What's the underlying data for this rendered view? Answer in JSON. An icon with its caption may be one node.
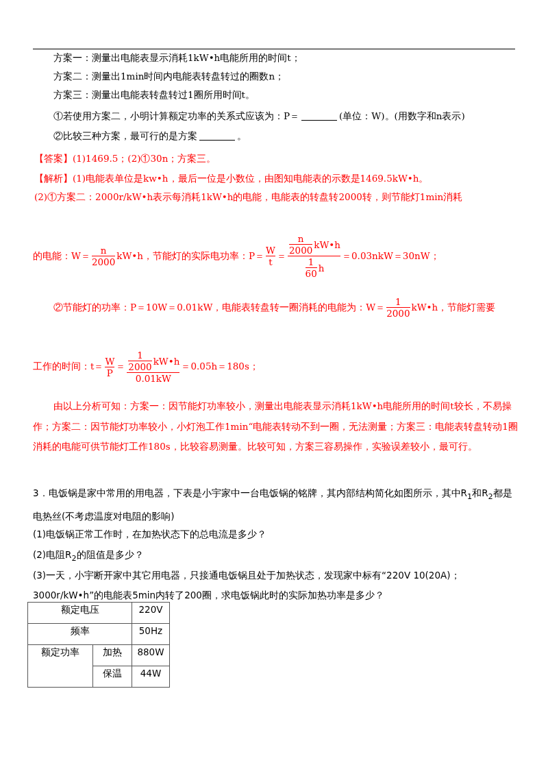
{
  "diagram": {
    "labels": [
      "方案一：测量出电能表显示消耗1kW•h电能所用的时间t；",
      "方案二：测量出1min时间内电能表转盘转过的圈数n；",
      "方案三：测量出电能表转盘转过1圈所用时间t。",
      "①若使用方案二，小明计算额定功率的关系式应该为：P＝",
      "(单位：W)。(用数字和n表示)",
      "②比较三种方案，最可行的是方案",
      "。",
      "【答案】(1)1469.5；(2)①30n；方案三。",
      "【解析】(1)电能表单位是kw•h，最后一位是小数位，由图知电能表的示数是1469.5kW•h。",
      "(2)①方案二：2000r/kW•h表示每消耗1kW•h的电能，电能表的转盘转2000转，则节能灯1min消耗",
      "的电能：W＝",
      "n",
      "2000",
      "kW•h，节能灯的实际电功率：P＝",
      "W",
      "t",
      "＝",
      "n",
      "2000",
      "kW•h",
      "1",
      "60",
      "h",
      "＝0.03nkW＝30nW；",
      "②节能灯的功率：P＝10W＝0.01kW，电能表转盘转一圈消耗的电能为：W＝",
      "1",
      "2000",
      "kW•h，节能灯需要",
      "工作的时间：t＝",
      "W",
      "P",
      "＝",
      "1",
      "2000",
      "kW•h",
      "0.01kW",
      "＝0.05h＝180s；",
      "由以上分析可知：方案一：因节能灯功率较小，测量出电能表显示消耗1kW•h电能所用的时间t较长，不易操作；方案二：因节能灯功率较小，小灯泡工作1min“电能表转动不到一圈，无法测量；方案三：电能表转盘转动1圈消耗的电能可供节能灯工作180s，比较容易测量。比较可知，方案三容易操作，实验误差较小，最可行。",
      "3．电饭锅是家中常用的用电器，下表是小宇家中一台电饭锅的铭牌，其内部结构简化如图所示，其中R$_{1}$和R$_{2}$都是电热丝(不考虑温度对电阻的影响)",
      "(1)电饭锅正常工作时，在加热状态下的总电流是多少？",
      "(2)电阻R$_{2}$的阻值是多少？",
      "(3)一天，小宇断开家中其它用电器，只接通电饭锅且处于加热状态，发现家中标有“220V 10(20A)；3000r/kW•h”的电能表5min内转了200圈，求电饭锅此时的实际加热功率是多少？",
      "额定电压",
      "220V",
      "频率",
      "50Hz",
      "额定功率",
      "加热",
      "880W",
      "保温",
      "44W"
    ]
  }
}
